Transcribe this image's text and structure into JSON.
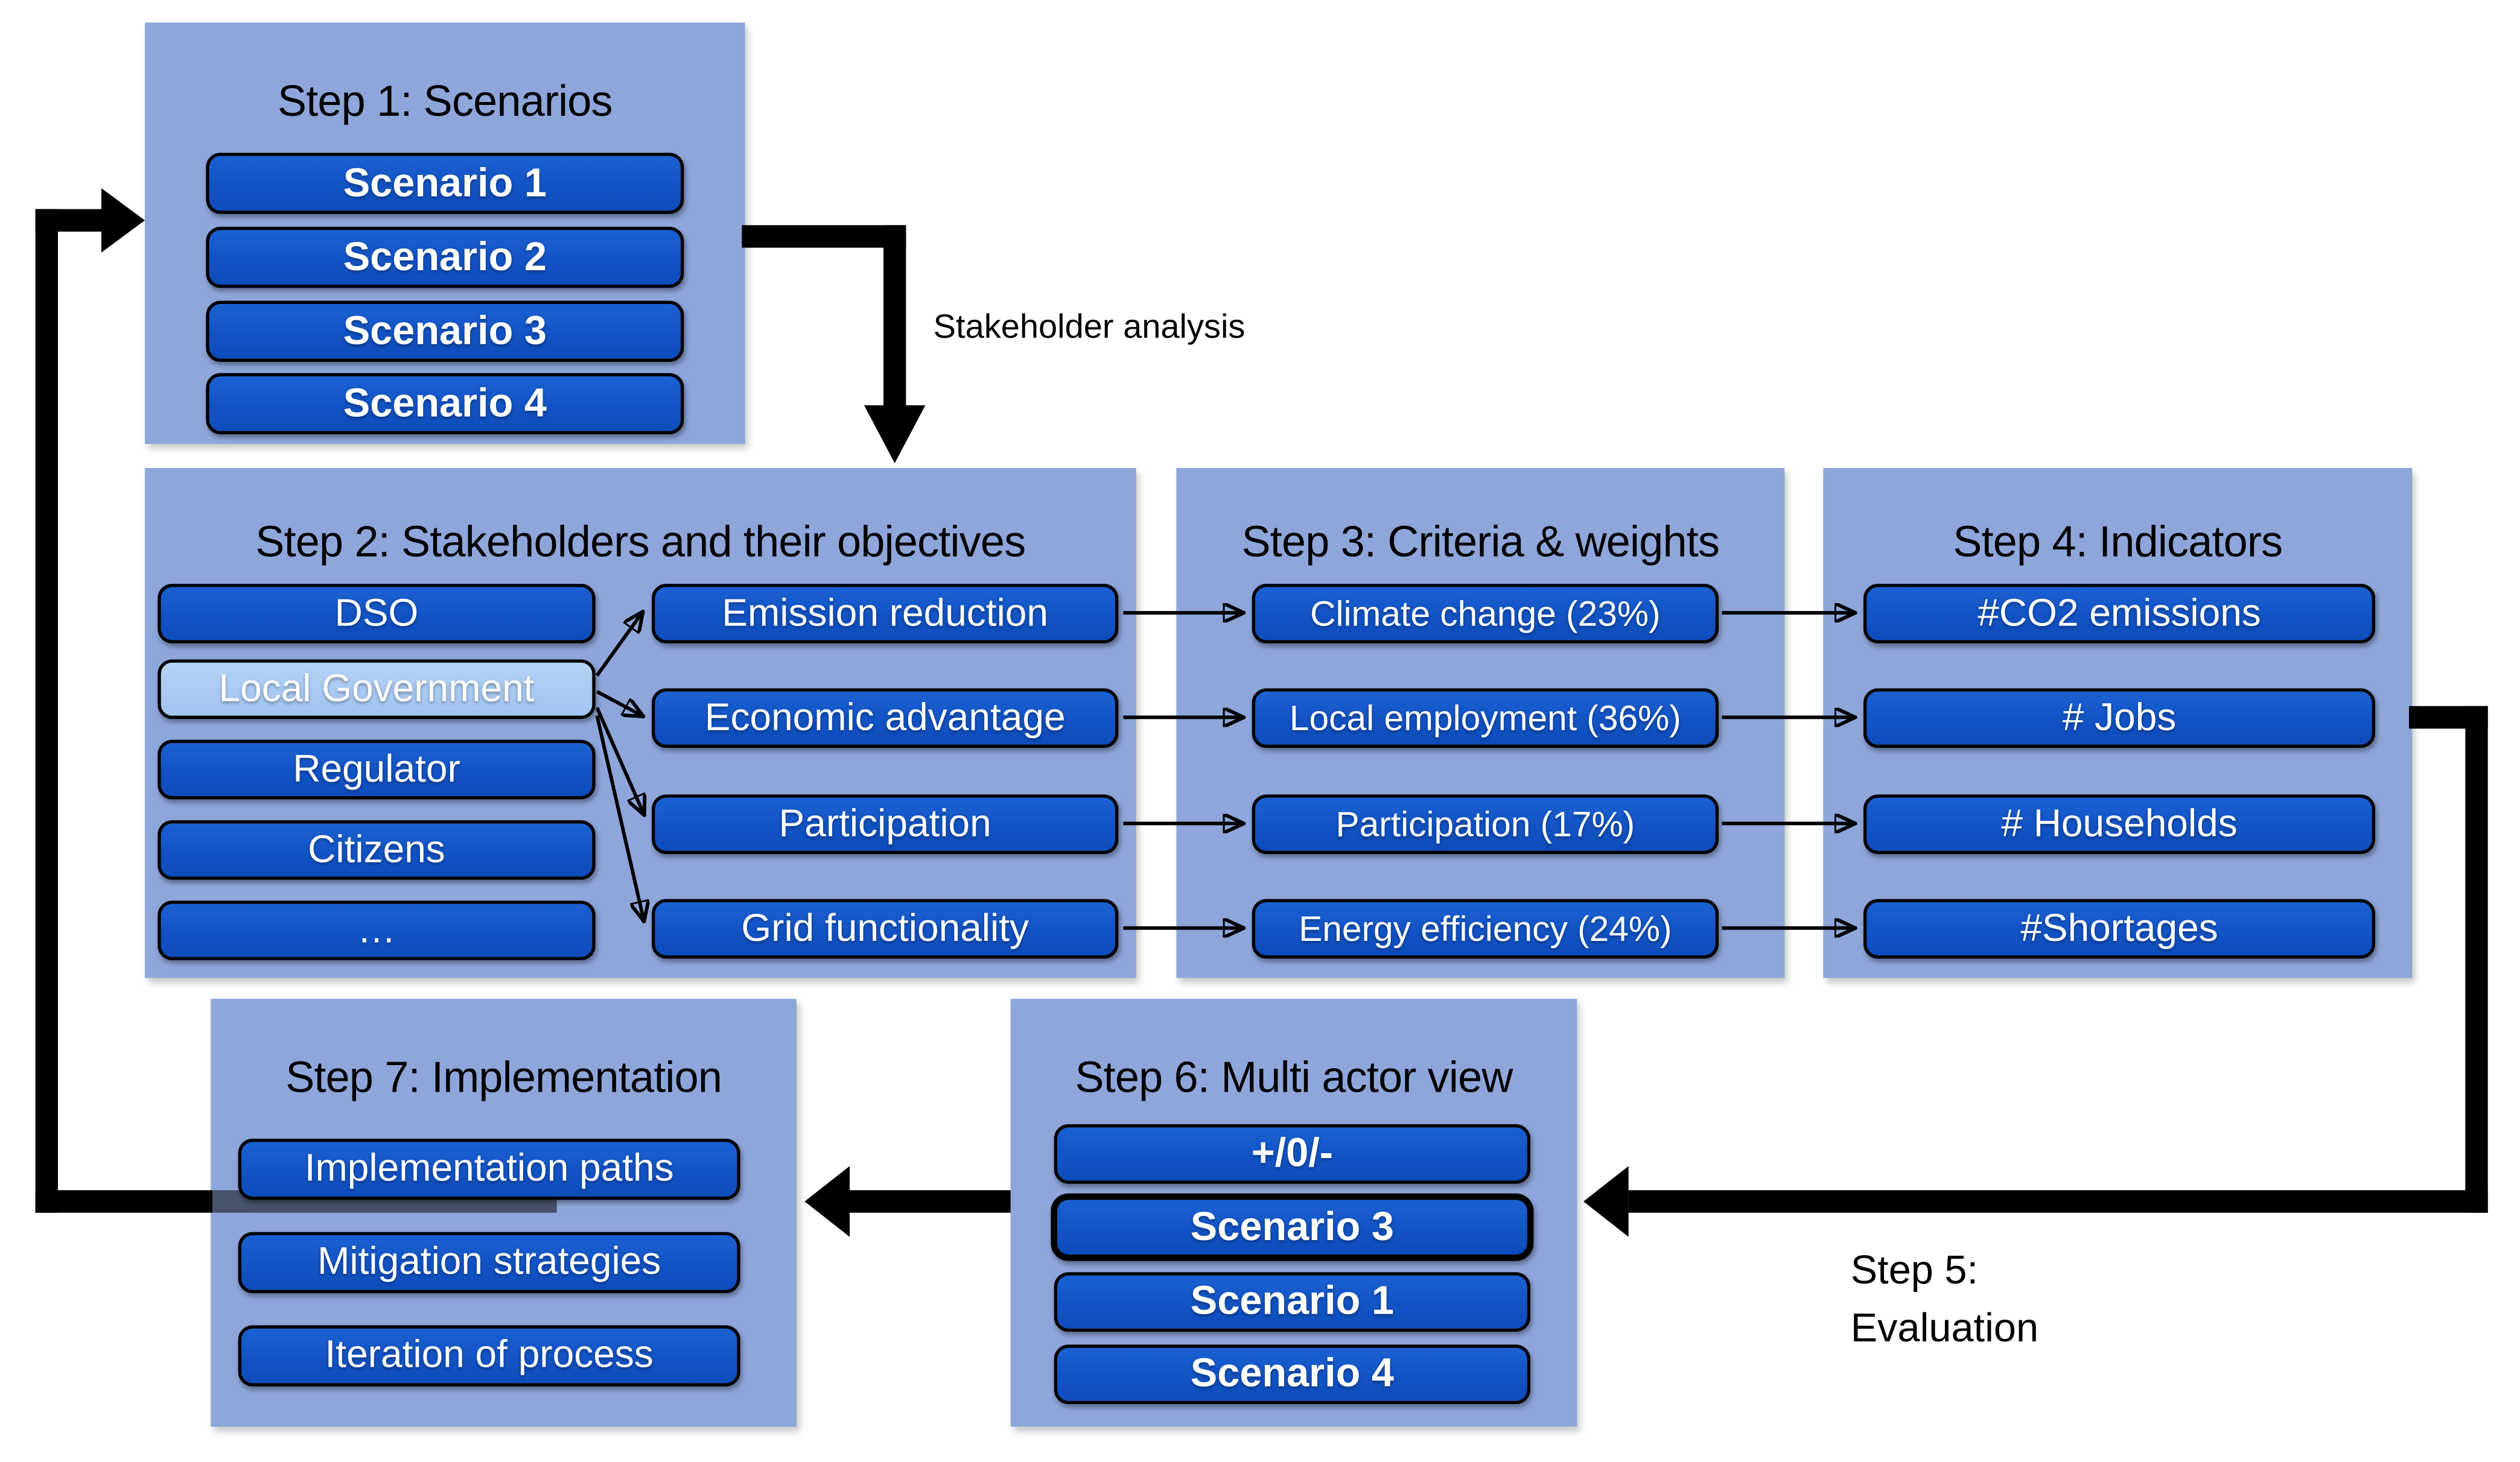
{
  "page": {
    "background": "#ffffff",
    "description": "Seven-step participatory multi-criteria decision process flow diagram"
  },
  "colors": {
    "panel_fill": "#8EA6DA",
    "button_fill": "#1253C4",
    "button_highlight_fill": "#A9C9F1",
    "button_text": "#FFFFFF",
    "title_text": "#000000",
    "connector": "#000000"
  },
  "steps": {
    "step1": {
      "title": "Step 1: Scenarios",
      "items": [
        "Scenario 1",
        "Scenario 2",
        "Scenario 3",
        "Scenario 4"
      ]
    },
    "step2": {
      "title": "Step 2: Stakeholders and their objectives",
      "stakeholders": [
        "DSO",
        "Local Government",
        "Regulator",
        "Citizens",
        "…"
      ],
      "highlighted_stakeholder": "Local Government",
      "objectives": [
        "Emission reduction",
        "Economic advantage",
        "Participation",
        "Grid functionality"
      ]
    },
    "step3": {
      "title": "Step 3: Criteria & weights",
      "items": [
        "Climate change (23%)",
        "Local employment (36%)",
        "Participation (17%)",
        "Energy efficiency (24%)"
      ]
    },
    "step4": {
      "title": "Step 4: Indicators",
      "items": [
        "#CO2 emissions",
        "# Jobs",
        "# Households",
        "#Shortages"
      ]
    },
    "step5": {
      "line1": "Step 5:",
      "line2": "Evaluation"
    },
    "step6": {
      "title": "Step 6: Multi actor view",
      "items": [
        "+/0/-",
        "Scenario 3",
        "Scenario 1",
        "Scenario 4"
      ],
      "highlighted_item": "Scenario 3"
    },
    "step7": {
      "title": "Step 7: Implementation",
      "items": [
        "Implementation paths",
        "Mitigation strategies",
        "Iteration of process"
      ]
    }
  },
  "labels": {
    "stakeholder_analysis": "Stakeholder analysis"
  }
}
